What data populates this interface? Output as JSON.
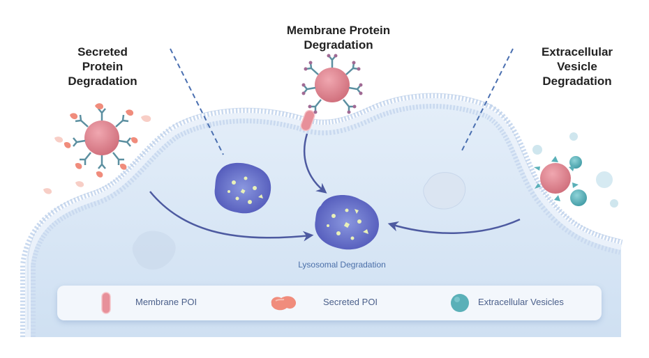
{
  "headings": {
    "secreted": [
      "Secreted",
      "Protein",
      "Degradation"
    ],
    "membrane": [
      "Membrane Protein",
      "Degradation"
    ],
    "vesicle": [
      "Extracellular",
      "Vesicle",
      "Degradation"
    ]
  },
  "center_label": "Lysosomal Degradation",
  "legend": {
    "membrane_poi": "Membrane POI",
    "secreted_poi": "Secreted POI",
    "extracellular_vesicles": "Extracellular Vesicles"
  },
  "colors": {
    "membrane_head": "#c9d9ef",
    "cytoplasm": "#d9e8f7",
    "lysosome": "#5b63c4",
    "poi_sphere": "#d97a86",
    "vesicle": "#5ab0b8",
    "arrow": "#4d5aa0",
    "secreted_poi": "#f08c7c"
  }
}
